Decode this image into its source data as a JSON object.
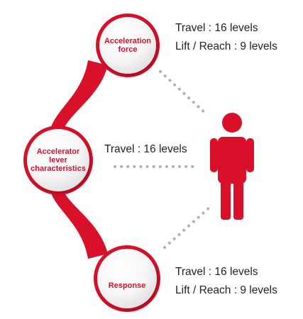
{
  "nodes": [
    {
      "label": "Acceleration force"
    },
    {
      "label": "Accelerator lever characteristics"
    },
    {
      "label": "Response"
    }
  ],
  "specs": {
    "top": {
      "line1": "Travel : 16 levels",
      "line2": "Lift / Reach : 9 levels"
    },
    "middle": {
      "line1": "Travel : 16 levels"
    },
    "bottom": {
      "line1": "Travel : 16 levels",
      "line2": "Lift / Reach : 9 levels"
    }
  },
  "icons": {
    "person": "person-icon"
  },
  "colors": {
    "accent": "#d8102a",
    "connector": "#b0b0b0",
    "text": "#222222"
  }
}
